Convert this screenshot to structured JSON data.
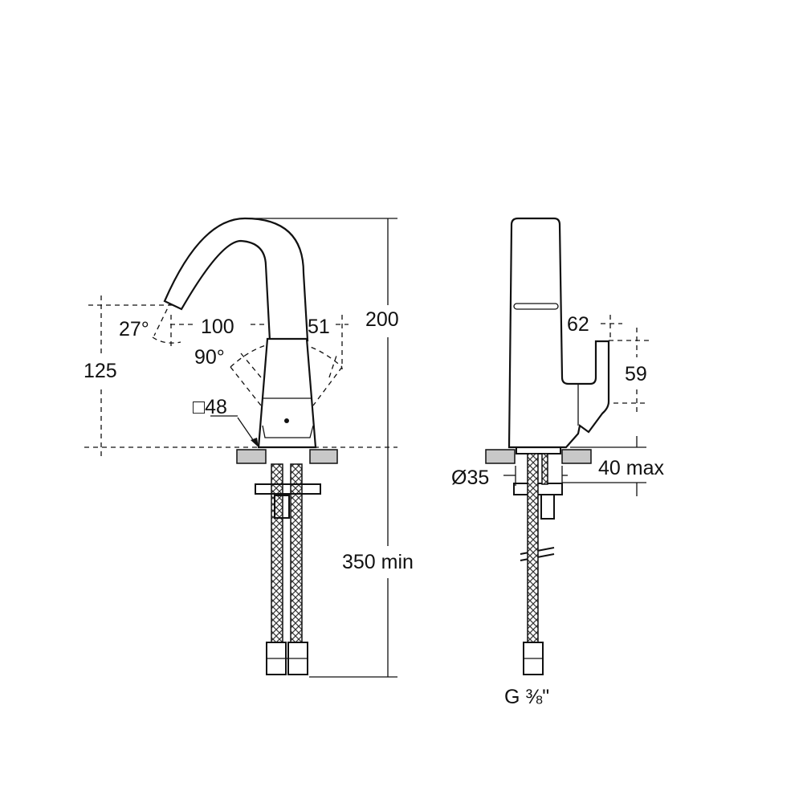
{
  "front_view": {
    "dim_height": "200",
    "dim_spout_height": "125",
    "dim_spout_reach": "100",
    "dim_handle_offset": "51",
    "dim_spout_angle": "27°",
    "dim_handle_rotation": "90°",
    "dim_base_square": "□48",
    "dim_hose_length": "350 min"
  },
  "side_view": {
    "dim_handle_reach": "62",
    "dim_handle_height": "59",
    "dim_hole_diameter": "Ø35",
    "dim_deck_thickness": "40 max",
    "connection_thread": "G ⅜\""
  },
  "colors": {
    "line": "#111111",
    "deck": "#c8c8c8"
  }
}
